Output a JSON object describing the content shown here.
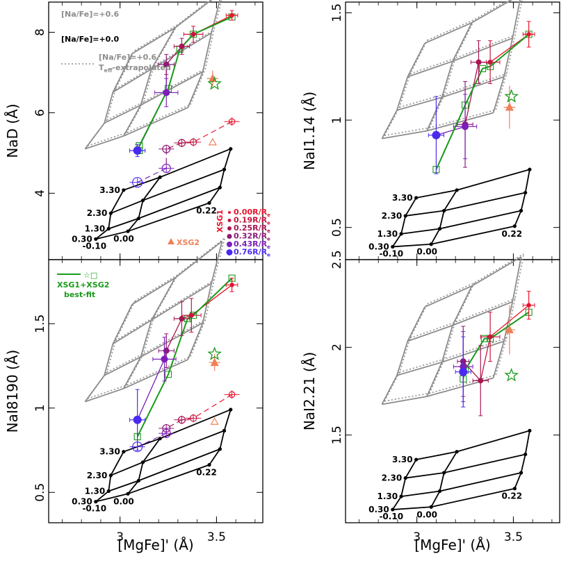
{
  "figure": {
    "x_axis_title": "[MgFe]' (Å)",
    "colors": {
      "model_black": "#000000",
      "model_gray": "#8c8c8c",
      "bestfit": "#1a9a1a",
      "xsg2": "#f0805a"
    }
  },
  "legend": {
    "na_fe_06": "[Na/Fe]=+0.6",
    "na_fe_00": "[Na/Fe]=+0.0",
    "na_fe_06_b": "[Na/Fe]=+0.6",
    "teff_extrap": "T",
    "teff_sub": "eff",
    "teff_rest": "-extrapolated",
    "xsg1": "XSG1",
    "xsg2": "XSG2",
    "radii": [
      {
        "label": "0.00R/R",
        "color": "#e8132c"
      },
      {
        "label": "0.19R/R",
        "color": "#c8153e"
      },
      {
        "label": "0.25R/R",
        "color": "#a81553"
      },
      {
        "label": "0.32R/R",
        "color": "#8c1a78"
      },
      {
        "label": "0.43R/R",
        "color": "#7b1fb8"
      },
      {
        "label": "0.76R/R",
        "color": "#4a2af0"
      }
    ],
    "radius_sub": "e",
    "bestfit_line1": "XSG1+XSG2",
    "bestfit_line2": "best-fit",
    "bestfit_symbols": "☆□"
  },
  "grid_labels": {
    "imf_slopes": [
      "3.30",
      "2.30",
      "1.30",
      "0.30"
    ],
    "age_lo": "0.00",
    "age_hi": "0.22",
    "metal_lo": "-0.10"
  },
  "chart_data": [
    {
      "type": "scatter",
      "ylabel": "NaD (Å)",
      "x_ticks": [
        "3",
        "3.5"
      ],
      "y_ticks": [
        "4",
        "6",
        "8"
      ],
      "xlim": [
        2.63,
        3.74
      ],
      "ylim": [
        2.35,
        8.75
      ],
      "series": [
        {
          "name": "XSG1",
          "points": [
            {
              "x": 3.58,
              "y": 8.42,
              "xerr": 0.03,
              "yerr": 0.12
            },
            {
              "x": 3.38,
              "y": 7.95,
              "xerr": 0.05,
              "yerr": 0.2
            },
            {
              "x": 3.32,
              "y": 7.65,
              "xerr": 0.04,
              "yerr": 0.2
            },
            {
              "x": 3.24,
              "y": 7.2,
              "xerr": 0.04,
              "yerr": 0.25
            },
            {
              "x": 3.24,
              "y": 6.5,
              "xerr": 0.06,
              "yerr": 0.35
            },
            {
              "x": 3.09,
              "y": 5.06,
              "xerr": 0.04,
              "yerr": 0.15
            }
          ]
        },
        {
          "name": "XSG1 Teff-extrapolated",
          "points": [
            {
              "x": 3.58,
              "y": 5.78
            },
            {
              "x": 3.38,
              "y": 5.27
            },
            {
              "x": 3.32,
              "y": 5.25
            },
            {
              "x": 3.24,
              "y": 5.1
            },
            {
              "x": 3.24,
              "y": 4.62
            },
            {
              "x": 3.09,
              "y": 4.27
            }
          ]
        },
        {
          "name": "XSG2",
          "points": [
            {
              "x": 3.48,
              "y": 6.85,
              "xerr": 0.03,
              "yerr": 0.2
            },
            {
              "x": 3.48,
              "y": 5.27,
              "xerr": 0.03,
              "yerr": 0.12
            }
          ]
        },
        {
          "name": "XSG1+XSG2 best-fit",
          "points": [
            {
              "x": 3.58,
              "y": 8.38
            },
            {
              "x": 3.38,
              "y": 7.95
            },
            {
              "x": 3.31,
              "y": 7.58
            },
            {
              "x": 3.25,
              "y": 6.6
            },
            {
              "x": 3.1,
              "y": 5.18
            },
            {
              "x": 3.1,
              "y": 5.06
            }
          ],
          "star": {
            "x": 3.49,
            "y": 6.72
          }
        }
      ]
    },
    {
      "type": "scatter",
      "ylabel": "NaI1.14 (Å)",
      "x_ticks": [
        "3",
        "3.5"
      ],
      "y_ticks": [
        "0.5",
        "1",
        "1.5"
      ],
      "xlim": [
        2.63,
        3.74
      ],
      "ylim": [
        0.35,
        1.55
      ],
      "series": [
        {
          "name": "XSG1",
          "points": [
            {
              "x": 3.58,
              "y": 1.4,
              "xerr": 0.03,
              "yerr": 0.06
            },
            {
              "x": 3.38,
              "y": 1.27,
              "xerr": 0.05,
              "yerr": 0.1
            },
            {
              "x": 3.32,
              "y": 1.27,
              "xerr": 0.04,
              "yerr": 0.1
            },
            {
              "x": 3.25,
              "y": 0.98,
              "xerr": 0.04,
              "yerr": 0.2
            },
            {
              "x": 3.25,
              "y": 0.97,
              "xerr": 0.06,
              "yerr": 0.15
            },
            {
              "x": 3.1,
              "y": 0.93,
              "xerr": 0.04,
              "yerr": 0.18
            }
          ]
        },
        {
          "name": "XSG2",
          "points": [
            {
              "x": 3.48,
              "y": 1.06,
              "xerr": 0.03,
              "yerr": 0.1
            }
          ]
        },
        {
          "name": "XSG1+XSG2 best-fit",
          "points": [
            {
              "x": 3.58,
              "y": 1.4
            },
            {
              "x": 3.38,
              "y": 1.25
            },
            {
              "x": 3.34,
              "y": 1.24
            },
            {
              "x": 3.25,
              "y": 1.07
            },
            {
              "x": 3.1,
              "y": 0.77
            }
          ],
          "star": {
            "x": 3.49,
            "y": 1.11
          }
        }
      ]
    },
    {
      "type": "scatter",
      "ylabel": "NaI8190 (Å)",
      "x_ticks": [
        "3",
        "3.5"
      ],
      "y_ticks": [
        "0.5",
        "1",
        "1.5"
      ],
      "xlim": [
        2.63,
        3.74
      ],
      "ylim": [
        0.32,
        1.88
      ],
      "series": [
        {
          "name": "XSG1",
          "points": [
            {
              "x": 3.58,
              "y": 1.73,
              "xerr": 0.03,
              "yerr": 0.04
            },
            {
              "x": 3.37,
              "y": 1.55,
              "xerr": 0.05,
              "yerr": 0.1
            },
            {
              "x": 3.32,
              "y": 1.53,
              "xerr": 0.04,
              "yerr": 0.1
            },
            {
              "x": 3.24,
              "y": 1.34,
              "xerr": 0.04,
              "yerr": 0.1
            },
            {
              "x": 3.23,
              "y": 1.29,
              "xerr": 0.06,
              "yerr": 0.13
            },
            {
              "x": 3.09,
              "y": 0.93,
              "xerr": 0.04,
              "yerr": 0.18
            }
          ]
        },
        {
          "name": "XSG1 Teff-extrapolated",
          "points": [
            {
              "x": 3.58,
              "y": 1.08
            },
            {
              "x": 3.38,
              "y": 0.94
            },
            {
              "x": 3.32,
              "y": 0.93
            },
            {
              "x": 3.24,
              "y": 0.88
            },
            {
              "x": 3.24,
              "y": 0.85
            },
            {
              "x": 3.09,
              "y": 0.77
            }
          ]
        },
        {
          "name": "XSG2",
          "points": [
            {
              "x": 3.49,
              "y": 1.27,
              "xerr": 0.03,
              "yerr": 0.05
            },
            {
              "x": 3.49,
              "y": 0.92,
              "xerr": 0.03,
              "yerr": 0.04
            }
          ]
        },
        {
          "name": "XSG1+XSG2 best-fit",
          "points": [
            {
              "x": 3.58,
              "y": 1.77
            },
            {
              "x": 3.38,
              "y": 1.55
            },
            {
              "x": 3.35,
              "y": 1.53
            },
            {
              "x": 3.25,
              "y": 1.2
            },
            {
              "x": 3.09,
              "y": 0.83
            }
          ],
          "star": {
            "x": 3.49,
            "y": 1.32
          }
        }
      ]
    },
    {
      "type": "scatter",
      "ylabel": "NaI2.21 (Å)",
      "x_ticks": [
        "3",
        "3.5"
      ],
      "y_ticks": [
        "1.5",
        "2",
        "2.5"
      ],
      "xlim": [
        2.63,
        3.74
      ],
      "ylim": [
        1.0,
        2.5
      ],
      "series": [
        {
          "name": "XSG1",
          "points": [
            {
              "x": 3.58,
              "y": 2.24,
              "xerr": 0.03,
              "yerr": 0.08
            },
            {
              "x": 3.38,
              "y": 2.06,
              "xerr": 0.05,
              "yerr": 0.14
            },
            {
              "x": 3.33,
              "y": 1.81,
              "xerr": 0.04,
              "yerr": 0.2
            },
            {
              "x": 3.24,
              "y": 1.92,
              "xerr": 0.03,
              "yerr": 0.2
            },
            {
              "x": 3.24,
              "y": 1.89,
              "xerr": 0.05,
              "yerr": 0.2
            },
            {
              "x": 3.24,
              "y": 1.86,
              "xerr": 0.04,
              "yerr": 0.2
            }
          ]
        },
        {
          "name": "XSG2",
          "points": [
            {
              "x": 3.48,
              "y": 2.1,
              "xerr": 0.03,
              "yerr": 0.14
            }
          ]
        },
        {
          "name": "XSG1+XSG2 best-fit",
          "points": [
            {
              "x": 3.58,
              "y": 2.2
            },
            {
              "x": 3.38,
              "y": 2.05
            },
            {
              "x": 3.35,
              "y": 2.05
            },
            {
              "x": 3.25,
              "y": 1.87
            },
            {
              "x": 3.24,
              "y": 1.82
            }
          ],
          "star": {
            "x": 3.49,
            "y": 1.84
          }
        }
      ]
    }
  ]
}
